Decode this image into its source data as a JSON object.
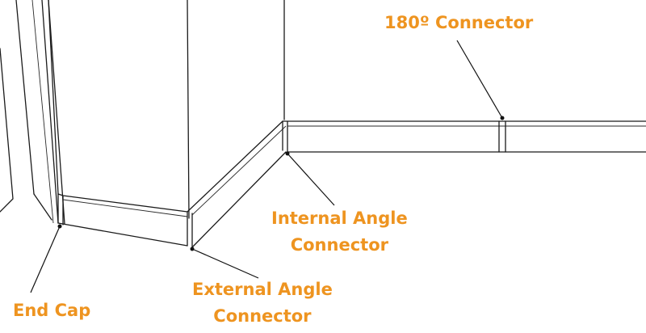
{
  "callouts": {
    "connector_180": {
      "line1": "180º Connector"
    },
    "internal_angle": {
      "line1": "Internal Angle",
      "line2": "Connector"
    },
    "external_angle": {
      "line1": "External Angle",
      "line2": "Connector"
    },
    "end_cap": {
      "line1": "End Cap"
    }
  },
  "colors": {
    "label": "#ee9420",
    "line": "#1a1a1a",
    "background": "#ffffff"
  }
}
